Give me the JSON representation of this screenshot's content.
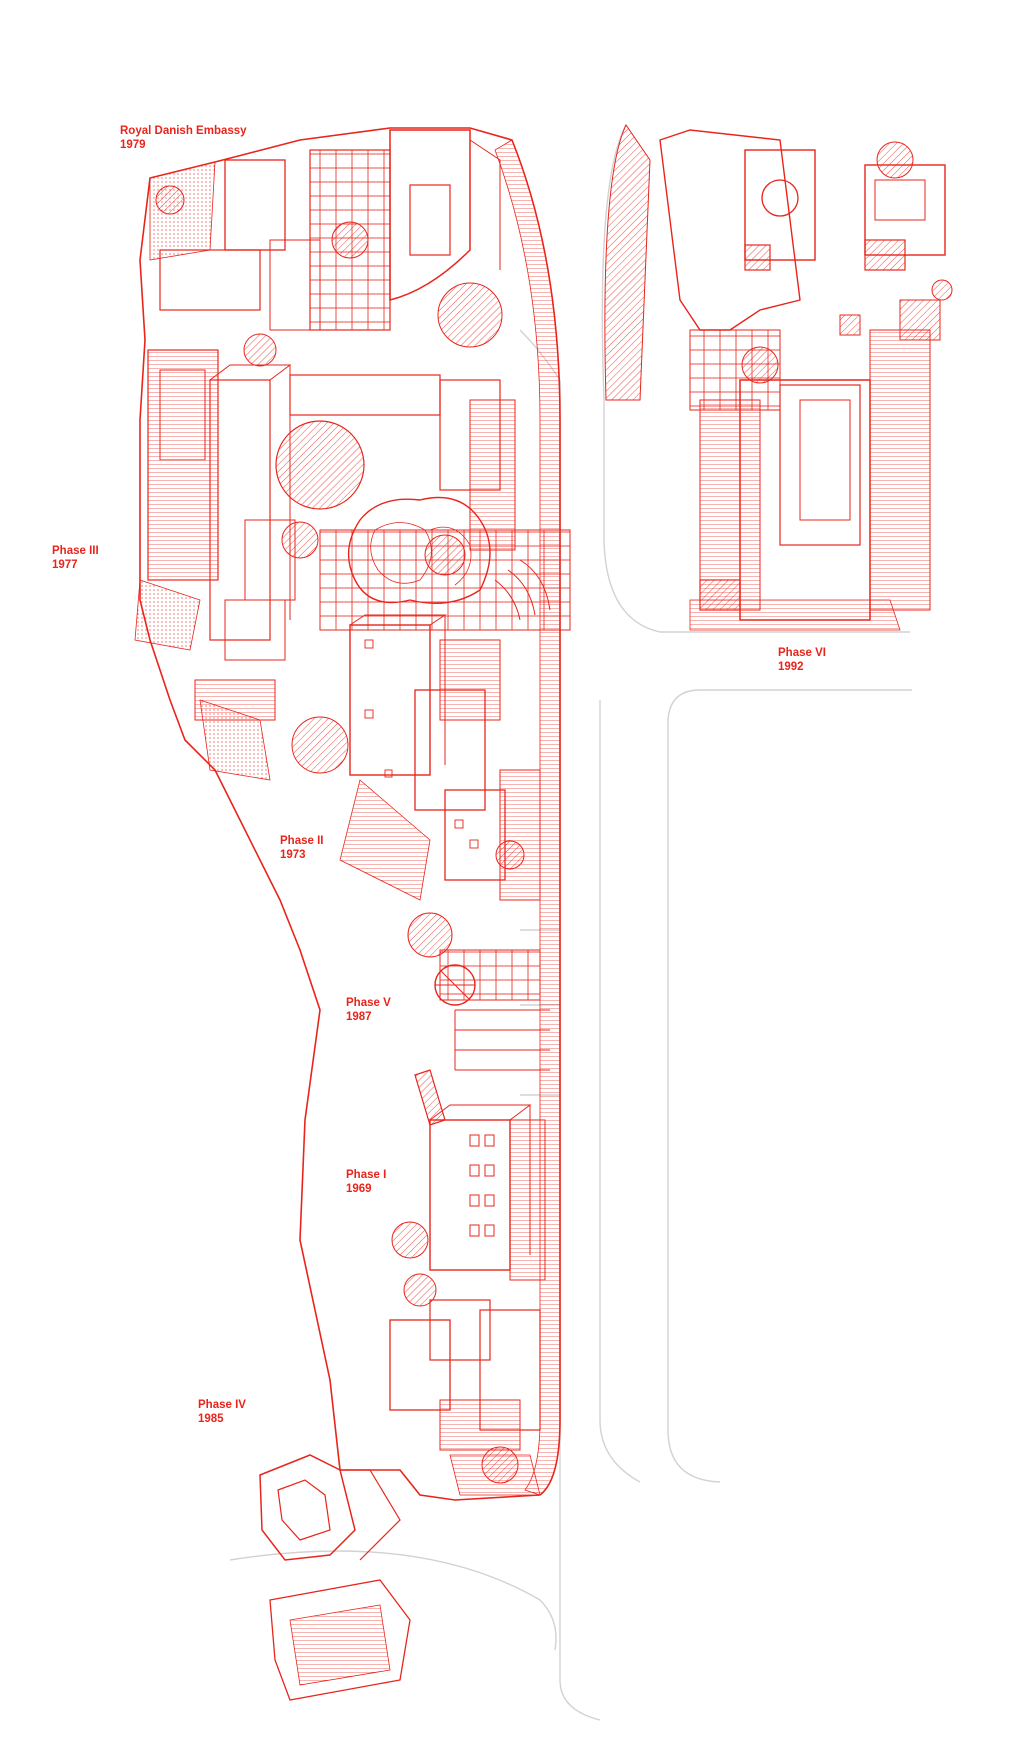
{
  "colors": {
    "ink": "#e8251c",
    "road": "#d2d2d2",
    "background": "#ffffff"
  },
  "labels": {
    "embassy": {
      "name": "Royal Danish Embassy",
      "year": "1979"
    },
    "phase3": {
      "name": "Phase III",
      "year": "1977"
    },
    "phase2": {
      "name": "Phase II",
      "year": "1973"
    },
    "phase5": {
      "name": "Phase V",
      "year": "1987"
    },
    "phase1": {
      "name": "Phase I",
      "year": "1969"
    },
    "phase4": {
      "name": "Phase IV",
      "year": "1985"
    },
    "phase6": {
      "name": "Phase VI",
      "year": "1992"
    }
  }
}
